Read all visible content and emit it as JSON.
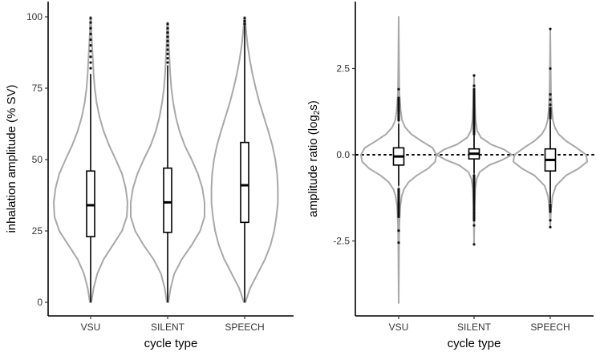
{
  "chart_data": [
    {
      "type": "violin",
      "xlabel": "cycle type",
      "ylabel": "inhalation amplitude (% SV)",
      "categories": [
        "VSU",
        "SILENT",
        "SPEECH"
      ],
      "ylim": [
        0,
        100
      ],
      "yticks": [
        0,
        25,
        50,
        75,
        100
      ],
      "ytick_labels": [
        "0",
        "25",
        "50",
        "75",
        "100"
      ],
      "grid": false,
      "violin_color": "#a8a8a8",
      "box_color": "#000000",
      "groups": [
        {
          "category": "VSU",
          "min": 0,
          "q1": 23,
          "median": 34,
          "q3": 46,
          "whisker_high": 80,
          "max": 100,
          "outliers": [
            82,
            84,
            86,
            88,
            90,
            92,
            94,
            96,
            98,
            99.5
          ],
          "density": [
            [
              0,
              0.02
            ],
            [
              5,
              0.08
            ],
            [
              10,
              0.18
            ],
            [
              15,
              0.35
            ],
            [
              20,
              0.6
            ],
            [
              25,
              0.85
            ],
            [
              30,
              0.98
            ],
            [
              35,
              1.0
            ],
            [
              40,
              0.95
            ],
            [
              45,
              0.85
            ],
            [
              50,
              0.68
            ],
            [
              55,
              0.5
            ],
            [
              60,
              0.35
            ],
            [
              65,
              0.24
            ],
            [
              70,
              0.16
            ],
            [
              75,
              0.11
            ],
            [
              80,
              0.08
            ],
            [
              85,
              0.06
            ],
            [
              90,
              0.04
            ],
            [
              95,
              0.02
            ],
            [
              100,
              0.01
            ]
          ]
        },
        {
          "category": "SILENT",
          "min": 0,
          "q1": 24.5,
          "median": 35,
          "q3": 47,
          "whisker_high": 83,
          "max": 97.5,
          "outliers": [
            84,
            85.5,
            87,
            88.5,
            90,
            91.5,
            93,
            94.5,
            96,
            97.5
          ],
          "density": [
            [
              0,
              0.02
            ],
            [
              5,
              0.08
            ],
            [
              10,
              0.18
            ],
            [
              15,
              0.38
            ],
            [
              20,
              0.65
            ],
            [
              25,
              0.88
            ],
            [
              30,
              1.0
            ],
            [
              35,
              1.0
            ],
            [
              40,
              0.94
            ],
            [
              45,
              0.82
            ],
            [
              50,
              0.65
            ],
            [
              55,
              0.46
            ],
            [
              60,
              0.32
            ],
            [
              65,
              0.22
            ],
            [
              70,
              0.15
            ],
            [
              75,
              0.1
            ],
            [
              80,
              0.07
            ],
            [
              85,
              0.05
            ],
            [
              90,
              0.03
            ],
            [
              95,
              0.02
            ],
            [
              98,
              0.01
            ]
          ]
        },
        {
          "category": "SPEECH",
          "min": 0,
          "q1": 28,
          "median": 41,
          "q3": 56,
          "whisker_high": 97,
          "max": 100,
          "outliers": [
            97.5,
            98.5,
            99.5
          ],
          "density": [
            [
              0,
              0.02
            ],
            [
              5,
              0.15
            ],
            [
              10,
              0.35
            ],
            [
              15,
              0.55
            ],
            [
              20,
              0.7
            ],
            [
              25,
              0.8
            ],
            [
              30,
              0.86
            ],
            [
              35,
              0.9
            ],
            [
              40,
              0.9
            ],
            [
              45,
              0.88
            ],
            [
              50,
              0.83
            ],
            [
              55,
              0.75
            ],
            [
              60,
              0.64
            ],
            [
              65,
              0.52
            ],
            [
              70,
              0.4
            ],
            [
              75,
              0.3
            ],
            [
              80,
              0.21
            ],
            [
              85,
              0.14
            ],
            [
              90,
              0.08
            ],
            [
              95,
              0.04
            ],
            [
              100,
              0.01
            ]
          ]
        }
      ]
    },
    {
      "type": "violin",
      "xlabel": "cycle type",
      "ylabel": "amplitude ratio (log",
      "ylabel_subscript": "2",
      "ylabel_suffix": "s)",
      "categories": [
        "VSU",
        "SILENT",
        "SPEECH"
      ],
      "ylim": [
        -4.4,
        4.2
      ],
      "yticks": [
        -2.5,
        0,
        2.5
      ],
      "ytick_labels": [
        "-2.5",
        "0.0",
        "2.5"
      ],
      "reference_line": {
        "y": 0,
        "style": "dotted"
      },
      "grid": false,
      "violin_color": "#a8a8a8",
      "box_color": "#000000",
      "groups": [
        {
          "category": "VSU",
          "min": -4.3,
          "q1": -0.3,
          "median": -0.05,
          "q3": 0.2,
          "whisker_low": -0.9,
          "whisker_high": 0.9,
          "max": 4.0,
          "outliers": [
            1.0,
            1.05,
            1.1,
            1.15,
            1.2,
            1.25,
            1.3,
            1.35,
            1.4,
            1.45,
            1.5,
            1.55,
            1.6,
            1.65,
            1.9,
            -1.0,
            -1.05,
            -1.1,
            -1.15,
            -1.2,
            -1.25,
            -1.3,
            -1.35,
            -1.4,
            -1.45,
            -1.5,
            -1.55,
            -1.6,
            -1.65,
            -1.7,
            -1.75,
            -1.8,
            -2.2,
            -2.55
          ],
          "density": [
            [
              -4.3,
              0.0
            ],
            [
              -2.5,
              0.01
            ],
            [
              -2.0,
              0.02
            ],
            [
              -1.5,
              0.04
            ],
            [
              -1.2,
              0.08
            ],
            [
              -1.0,
              0.14
            ],
            [
              -0.8,
              0.26
            ],
            [
              -0.6,
              0.48
            ],
            [
              -0.4,
              0.78
            ],
            [
              -0.2,
              0.97
            ],
            [
              0.0,
              1.0
            ],
            [
              0.2,
              0.9
            ],
            [
              0.4,
              0.6
            ],
            [
              0.6,
              0.33
            ],
            [
              0.8,
              0.17
            ],
            [
              1.0,
              0.09
            ],
            [
              1.3,
              0.05
            ],
            [
              1.8,
              0.02
            ],
            [
              2.5,
              0.01
            ],
            [
              4.0,
              0.0
            ]
          ]
        },
        {
          "category": "SILENT",
          "min": -2.6,
          "q1": -0.12,
          "median": 0.03,
          "q3": 0.17,
          "whisker_low": -0.55,
          "whisker_high": 0.58,
          "max": 2.3,
          "outliers": [
            0.6,
            0.65,
            0.7,
            0.75,
            0.8,
            0.85,
            0.9,
            0.95,
            1.0,
            1.05,
            1.1,
            1.15,
            1.2,
            1.25,
            1.3,
            1.35,
            1.4,
            1.45,
            1.5,
            1.55,
            1.6,
            1.65,
            1.7,
            1.75,
            1.8,
            1.85,
            1.9,
            2.0,
            2.3,
            -0.6,
            -0.65,
            -0.7,
            -0.75,
            -0.8,
            -0.85,
            -0.9,
            -0.95,
            -1.0,
            -1.05,
            -1.1,
            -1.15,
            -1.2,
            -1.25,
            -1.3,
            -1.35,
            -1.4,
            -1.45,
            -1.5,
            -1.55,
            -1.6,
            -1.65,
            -1.7,
            -1.75,
            -1.8,
            -1.85,
            -1.9,
            -2.05,
            -2.6
          ],
          "density": [
            [
              -2.6,
              0.0
            ],
            [
              -1.5,
              0.01
            ],
            [
              -1.0,
              0.03
            ],
            [
              -0.7,
              0.07
            ],
            [
              -0.5,
              0.15
            ],
            [
              -0.3,
              0.4
            ],
            [
              -0.15,
              0.75
            ],
            [
              0.0,
              1.0
            ],
            [
              0.15,
              0.8
            ],
            [
              0.3,
              0.45
            ],
            [
              0.5,
              0.18
            ],
            [
              0.7,
              0.08
            ],
            [
              1.0,
              0.04
            ],
            [
              1.5,
              0.02
            ],
            [
              2.3,
              0.0
            ]
          ]
        },
        {
          "category": "SPEECH",
          "min": -2.1,
          "q1": -0.47,
          "median": -0.15,
          "q3": 0.17,
          "whisker_low": -1.4,
          "whisker_high": 1.0,
          "max": 3.65,
          "outliers": [
            1.05,
            1.1,
            1.15,
            1.2,
            1.25,
            1.3,
            1.35,
            1.45,
            1.6,
            1.75,
            2.5,
            3.65,
            -1.45,
            -1.5,
            -1.55,
            -1.6,
            -1.65,
            -1.9,
            -2.1
          ],
          "density": [
            [
              -2.1,
              0.0
            ],
            [
              -1.6,
              0.02
            ],
            [
              -1.2,
              0.06
            ],
            [
              -0.9,
              0.15
            ],
            [
              -0.6,
              0.42
            ],
            [
              -0.4,
              0.75
            ],
            [
              -0.2,
              0.98
            ],
            [
              0.0,
              0.95
            ],
            [
              0.2,
              0.7
            ],
            [
              0.4,
              0.42
            ],
            [
              0.6,
              0.22
            ],
            [
              0.8,
              0.12
            ],
            [
              1.0,
              0.07
            ],
            [
              1.3,
              0.04
            ],
            [
              1.8,
              0.02
            ],
            [
              2.5,
              0.01
            ],
            [
              3.65,
              0.0
            ]
          ]
        }
      ]
    }
  ]
}
